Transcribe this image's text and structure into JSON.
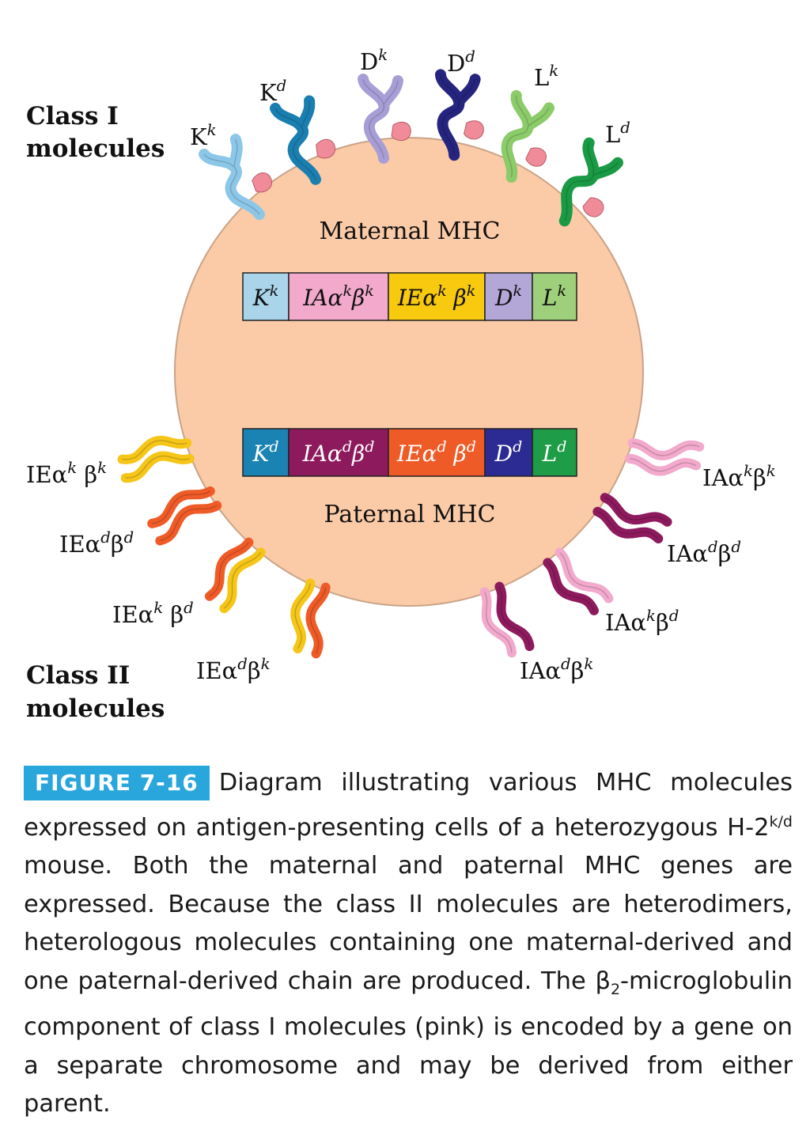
{
  "groups": {
    "class1_line1": "Class I",
    "class1_line2": "molecules",
    "class2_line1": "Class II",
    "class2_line2": "molecules"
  },
  "cell": {
    "maternal_title": "Maternal MHC",
    "paternal_title": "Paternal MHC",
    "color": "#fbcaa7"
  },
  "maternal_genes": [
    {
      "base": "K",
      "sup": "k",
      "color": "#a9d4ea"
    },
    {
      "base": "IAα",
      "sup": "k",
      "base2": "β",
      "sup2": "k",
      "color": "#f2a9cc"
    },
    {
      "base": "IEα",
      "sup": "k",
      "base2": " β",
      "sup2": "k",
      "color": "#f7c90f"
    },
    {
      "base": "D",
      "sup": "k",
      "color": "#b3a7d8"
    },
    {
      "base": "L",
      "sup": "k",
      "color": "#9ecf7a"
    }
  ],
  "paternal_genes": [
    {
      "base": "K",
      "sup": "d",
      "color": "#1b83b3"
    },
    {
      "base": "IAα",
      "sup": "d",
      "base2": "β",
      "sup2": "d",
      "color": "#8e1a5e"
    },
    {
      "base": "IEα",
      "sup": "d",
      "base2": " β",
      "sup2": "d",
      "color": "#ef5b27"
    },
    {
      "base": "D",
      "sup": "d",
      "color": "#2c2a93"
    },
    {
      "base": "L",
      "sup": "d",
      "color": "#1f9c47"
    }
  ],
  "class1_molecules": [
    {
      "base": "K",
      "sup": "k",
      "color": "#8cc7e8"
    },
    {
      "base": "K",
      "sup": "d",
      "color": "#1a7fb0"
    },
    {
      "base": "D",
      "sup": "k",
      "color": "#a89ed6"
    },
    {
      "base": "D",
      "sup": "d",
      "color": "#25247e"
    },
    {
      "base": "L",
      "sup": "k",
      "color": "#8ccb6a"
    },
    {
      "base": "L",
      "sup": "d",
      "color": "#1a9a45"
    }
  ],
  "class2_molecules": [
    {
      "a": "IEα",
      "as": "k",
      "b": " β",
      "bs": "k",
      "alpha_color": "#f5c518",
      "beta_color": "#f5c518"
    },
    {
      "a": "IEα",
      "as": "d",
      "b": "β",
      "bs": "d",
      "alpha_color": "#ef5b27",
      "beta_color": "#ef5b27"
    },
    {
      "a": "IEα",
      "as": "k",
      "b": " β",
      "bs": "d",
      "alpha_color": "#f5c518",
      "beta_color": "#ef5b27"
    },
    {
      "a": "IEα",
      "as": "d",
      "b": "β",
      "bs": "k",
      "alpha_color": "#ef5b27",
      "beta_color": "#f5c518"
    },
    {
      "a": "IAα",
      "as": "k",
      "b": "β",
      "bs": "k",
      "alpha_color": "#f2a9cc",
      "beta_color": "#f2a9cc"
    },
    {
      "a": "IAα",
      "as": "d",
      "b": "β",
      "bs": "d",
      "alpha_color": "#8e1a5e",
      "beta_color": "#8e1a5e"
    },
    {
      "a": "IAα",
      "as": "k",
      "b": "β",
      "bs": "d",
      "alpha_color": "#f2a9cc",
      "beta_color": "#8e1a5e"
    },
    {
      "a": "IAα",
      "as": "d",
      "b": "β",
      "bs": "k",
      "alpha_color": "#8e1a5e",
      "beta_color": "#f2a9cc"
    }
  ],
  "beta2m_color": "#f08c9a",
  "caption": {
    "figure_label": "FIGURE 7-16",
    "text_part1": "Diagram illustrating various MHC molecules expressed on antigen-presenting cells of a heterozygous H-2",
    "sup_kd": "k/d",
    "text_part2": " mouse. Both the maternal and paternal MHC genes are expressed. Because the class II molecules are heterodimers, heterologous molecules containing one maternal-derived and one paternal-derived chain are produced. The β",
    "sub_2": "2",
    "text_part3": "-microglobulin component of class I molecules (pink) is encoded by a gene on a separate chromosome and may be derived from either parent."
  }
}
